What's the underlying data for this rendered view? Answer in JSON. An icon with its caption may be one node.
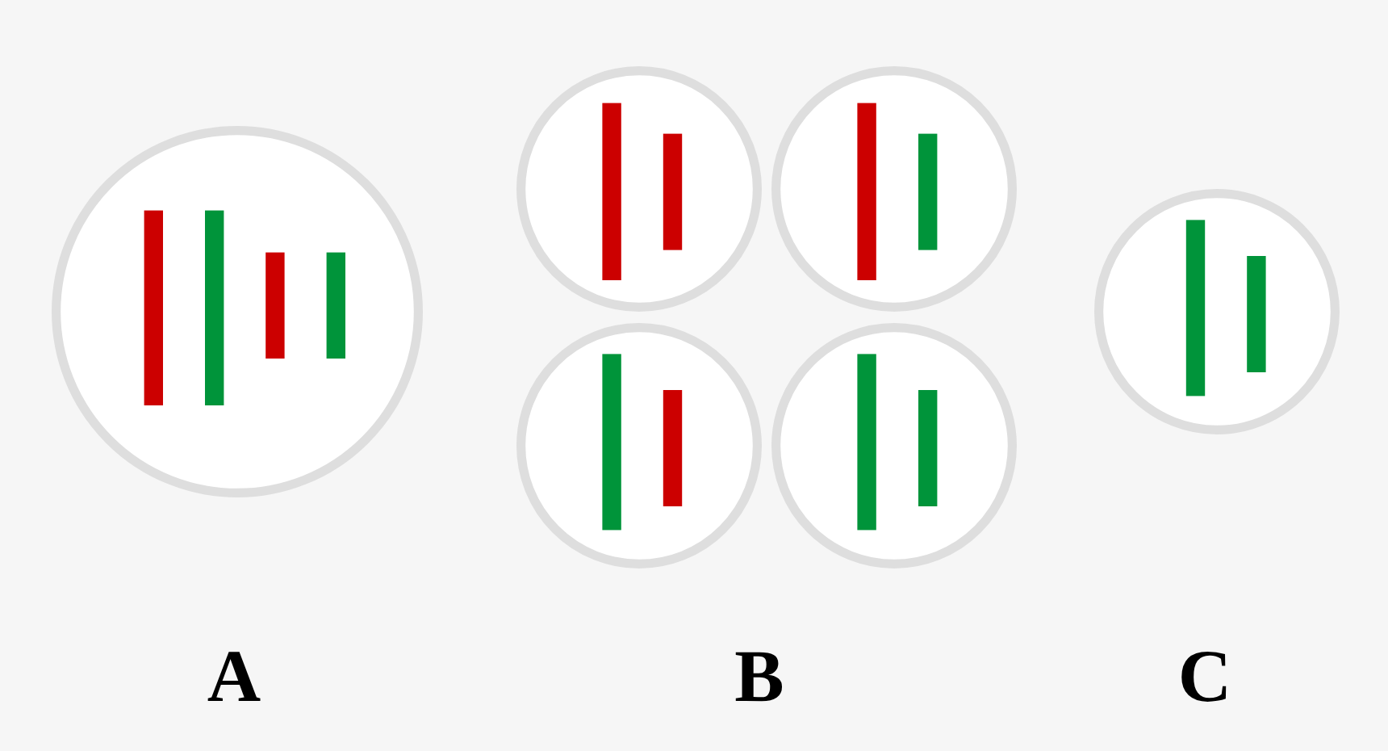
{
  "diagram": {
    "nodes": [
      {
        "text": [],
        "shape": "circle"
      },
      {
        "text": [],
        "shape": "circle"
      },
      {
        "text": [],
        "shape": "circle"
      },
      {
        "text": [],
        "shape": "circle"
      },
      {
        "text": [],
        "shape": "circle"
      },
      {
        "text": [],
        "shape": "circle"
      }
    ],
    "labels": [
      "A",
      "B",
      "C"
    ]
  }
}
